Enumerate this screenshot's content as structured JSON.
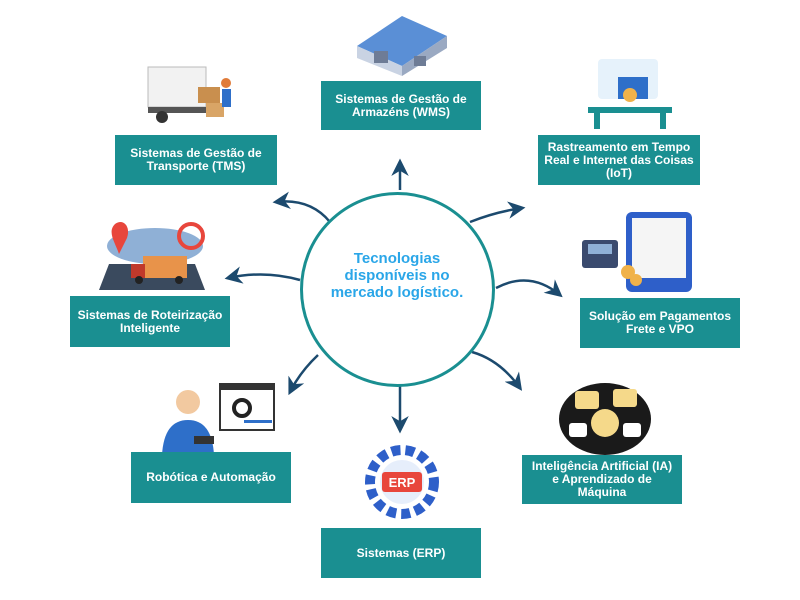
{
  "center": {
    "title": "Tecnologias disponíveis no mercado logístico."
  },
  "nodes": [
    {
      "id": "wms",
      "label": "Sistemas de Gestão de Armazéns (WMS)",
      "icon": "warehouse-icon"
    },
    {
      "id": "tms",
      "label": "Sistemas de Gestão de Transporte (TMS)",
      "icon": "moving-truck-icon"
    },
    {
      "id": "iot",
      "label": "Rastreamento em Tempo Real e Internet das Coisas (IoT)",
      "icon": "monitoring-workstation-icon"
    },
    {
      "id": "routing",
      "label": "Sistemas de Roteirização Inteligente",
      "icon": "map-route-truck-icon"
    },
    {
      "id": "payments",
      "label": "Solução em Pagamentos Frete e VPO",
      "icon": "payment-monitor-icon"
    },
    {
      "id": "robotics",
      "label": "Robótica e Automação",
      "icon": "automation-engineer-icon"
    },
    {
      "id": "ai",
      "label": "Inteligência Artificial (IA) e Aprendizado de Máquina",
      "icon": "ai-brain-icon"
    },
    {
      "id": "erp",
      "label": "Sistemas (ERP)",
      "icon": "erp-gear-icon"
    }
  ],
  "icon_text": {
    "erp": "ERP"
  },
  "colors": {
    "box": "#1a8f91",
    "arrow": "#1c4a6e",
    "center_text": "#2aa6e8"
  }
}
